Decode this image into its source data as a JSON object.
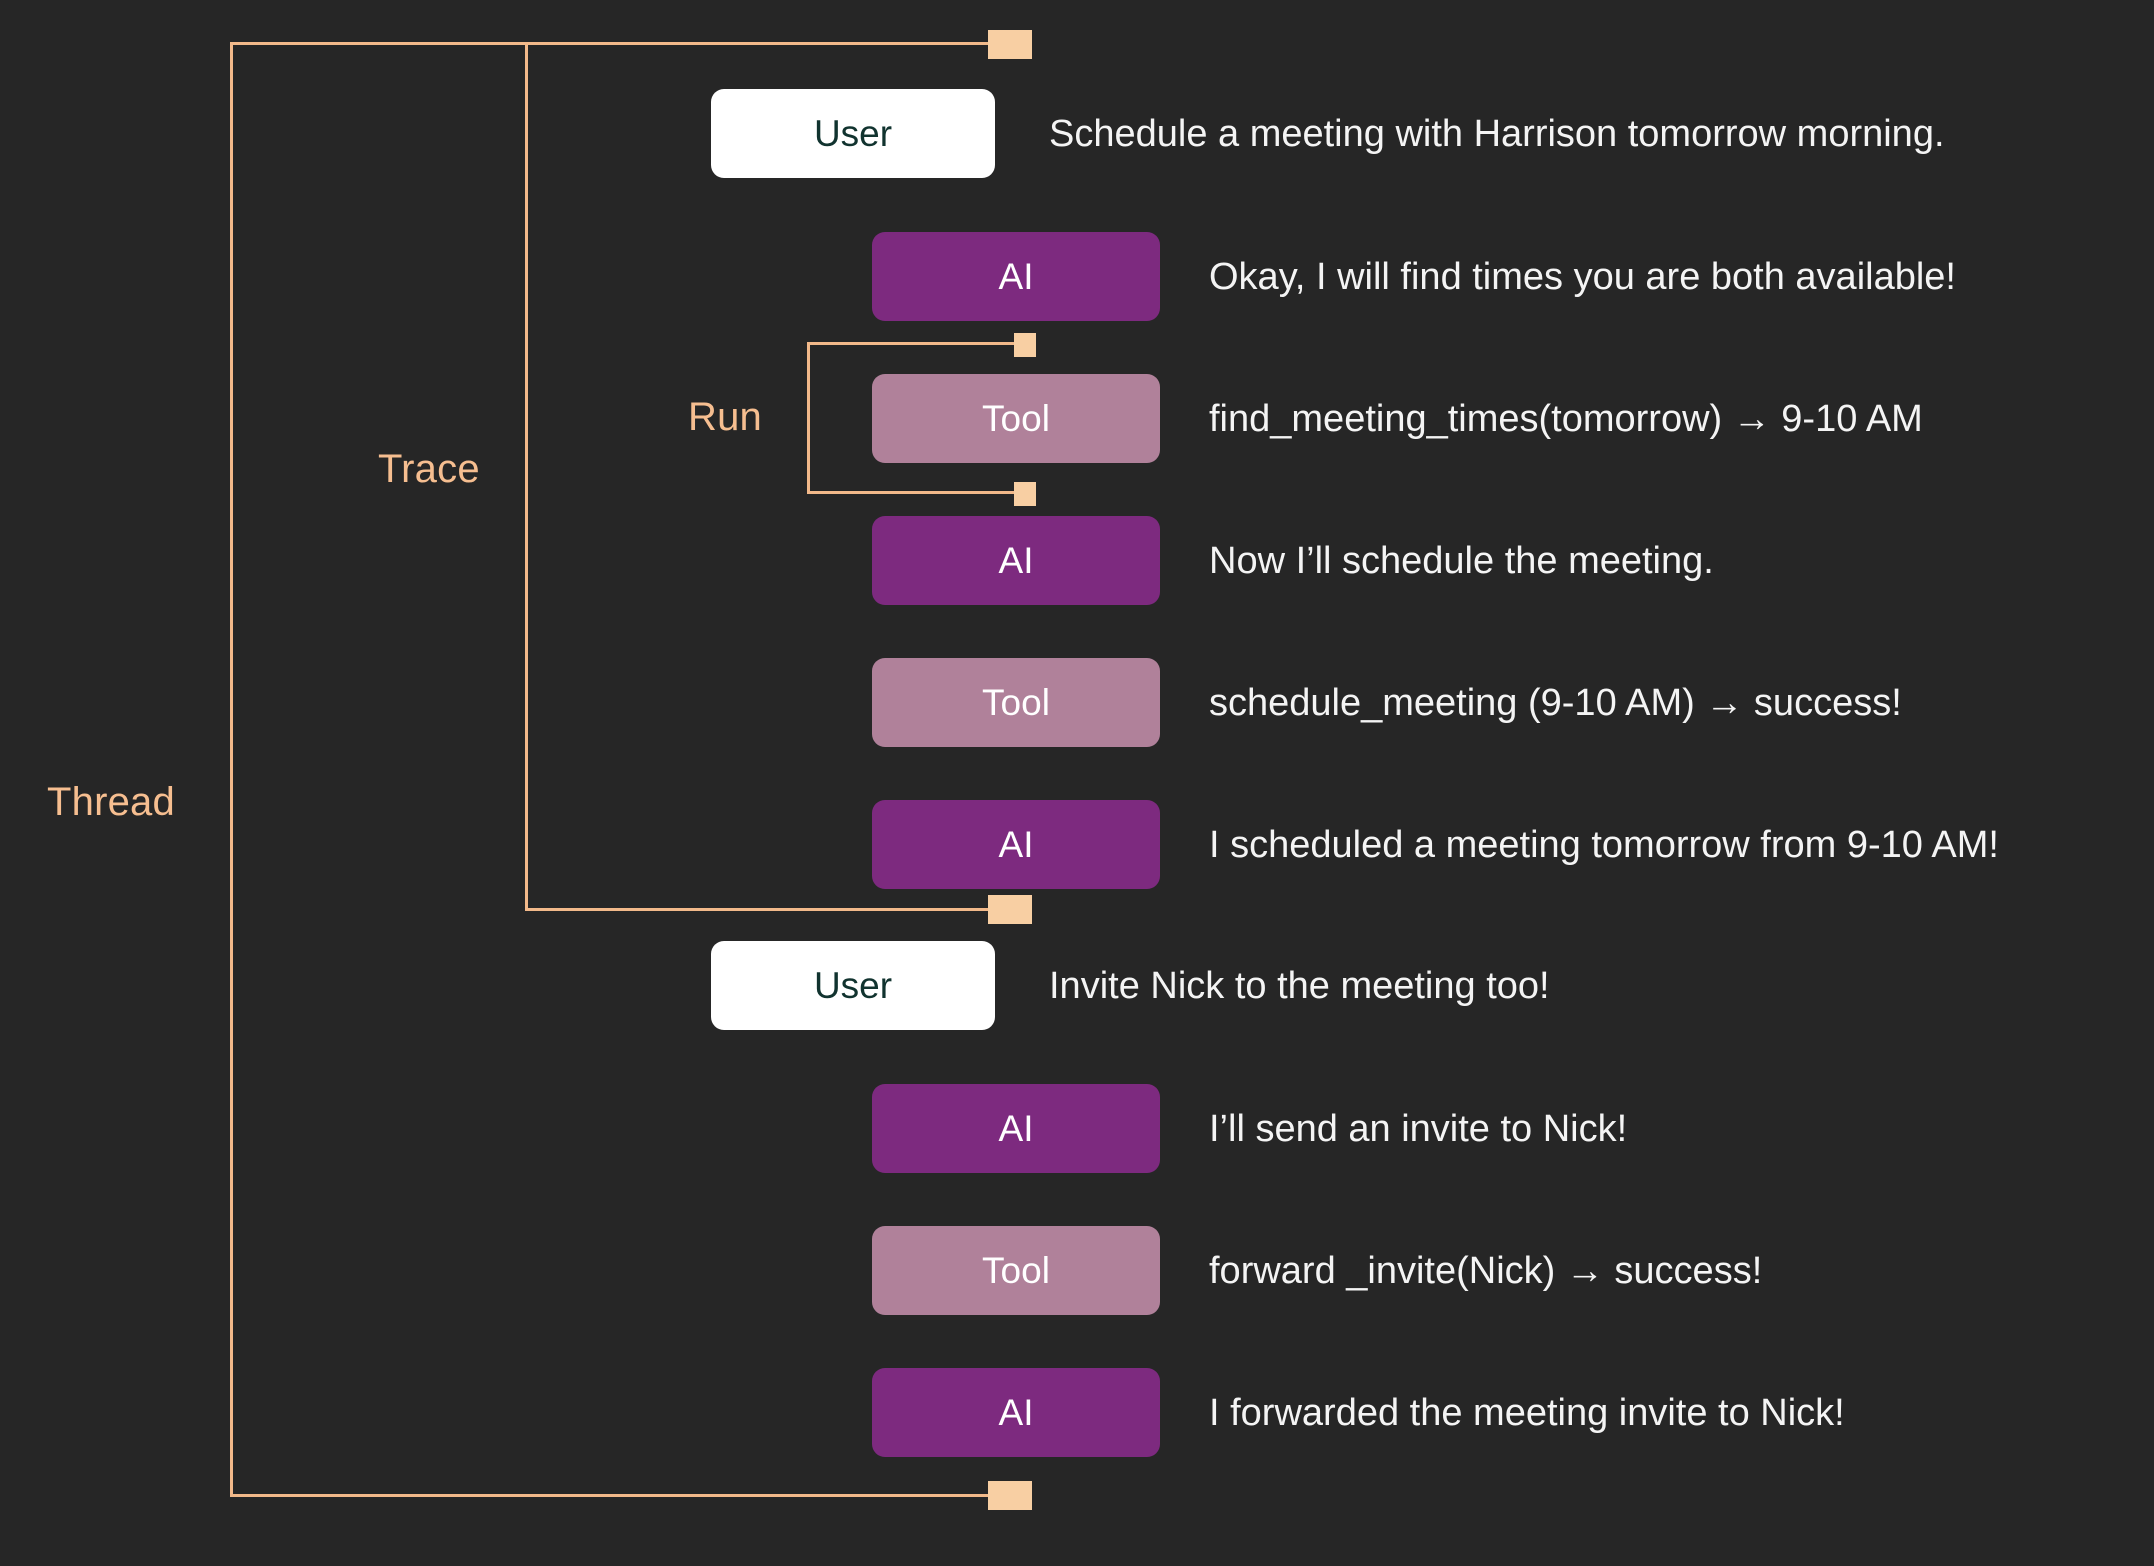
{
  "diagram": {
    "title": "Thread / Trace / Run agent message hierarchy",
    "background_color": "#262626",
    "bracket_color": "#F2B98A",
    "bracket_cap_color": "#F8CFA3",
    "label_color": "#F6BE90",
    "message_text_color": "#F4F4F4"
  },
  "brackets": {
    "thread": {
      "label": "Thread"
    },
    "trace": {
      "label": "Trace"
    },
    "run": {
      "label": "Run"
    }
  },
  "roles": {
    "user": {
      "label": "User",
      "color": "#FFFFFF",
      "text_color": "#11332F"
    },
    "ai": {
      "label": "AI",
      "color": "#7D2A7F",
      "text_color": "#FFFFFF"
    },
    "tool": {
      "label": "Tool",
      "color": "#B0819A",
      "text_color": "#FFFFFF"
    }
  },
  "messages": [
    {
      "role": "user",
      "role_label": "User",
      "text": "Schedule a meeting with Harrison tomorrow morning."
    },
    {
      "role": "ai",
      "role_label": "AI",
      "text": "Okay, I will find times you are both available!"
    },
    {
      "role": "tool",
      "role_label": "Tool",
      "text": "find_meeting_times(tomorrow) → 9-10 AM"
    },
    {
      "role": "ai",
      "role_label": "AI",
      "text": "Now I’ll schedule the meeting."
    },
    {
      "role": "tool",
      "role_label": "Tool",
      "text": "schedule_meeting (9-10 AM) → success!"
    },
    {
      "role": "ai",
      "role_label": "AI",
      "text": "I scheduled a meeting tomorrow from 9-10 AM!"
    },
    {
      "role": "user",
      "role_label": "User",
      "text": "Invite Nick to the meeting too!"
    },
    {
      "role": "ai",
      "role_label": "AI",
      "text": "I’ll send an invite to Nick!"
    },
    {
      "role": "tool",
      "role_label": "Tool",
      "text": "forward _invite(Nick) → success!"
    },
    {
      "role": "ai",
      "role_label": "AI",
      "text": "I forwarded the meeting invite to Nick!"
    }
  ]
}
